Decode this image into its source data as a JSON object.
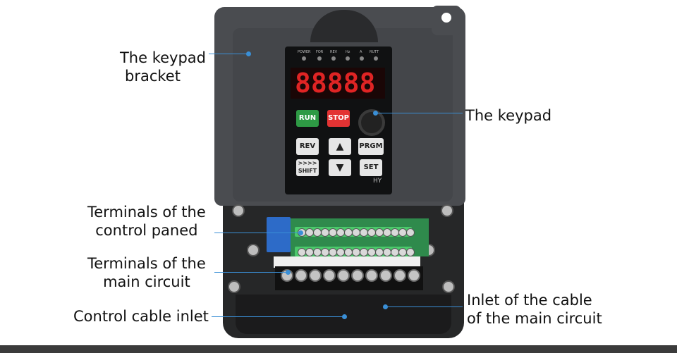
{
  "labels": {
    "bracket": [
      "The keypad",
      "bracket"
    ],
    "keypad": "The keypad",
    "control_terminals": [
      "Terminals of the",
      "control paned"
    ],
    "main_terminals": [
      "Terminals of the",
      "main circuit"
    ],
    "control_inlet": "Control cable inlet",
    "main_inlet": [
      "Inlet of the cable",
      "of the main circuit"
    ]
  },
  "device": {
    "indicators": [
      "POWER",
      "FOR",
      "REV",
      "Hz",
      "A",
      "RUTT"
    ],
    "display": "88888",
    "buttons": {
      "run": "RUN",
      "stop": "STOP",
      "rev": "REV",
      "prgm": "PRGM",
      "shift_arrows": ">>>>",
      "shift": "SHIFT",
      "set": "SET",
      "up": "▲",
      "down": "▼"
    },
    "brand": "HY"
  },
  "colors": {
    "callout_line": "#3a8fd6",
    "run_button": "#2e9a45",
    "stop_button": "#e33333",
    "display_digits": "#e02424"
  }
}
